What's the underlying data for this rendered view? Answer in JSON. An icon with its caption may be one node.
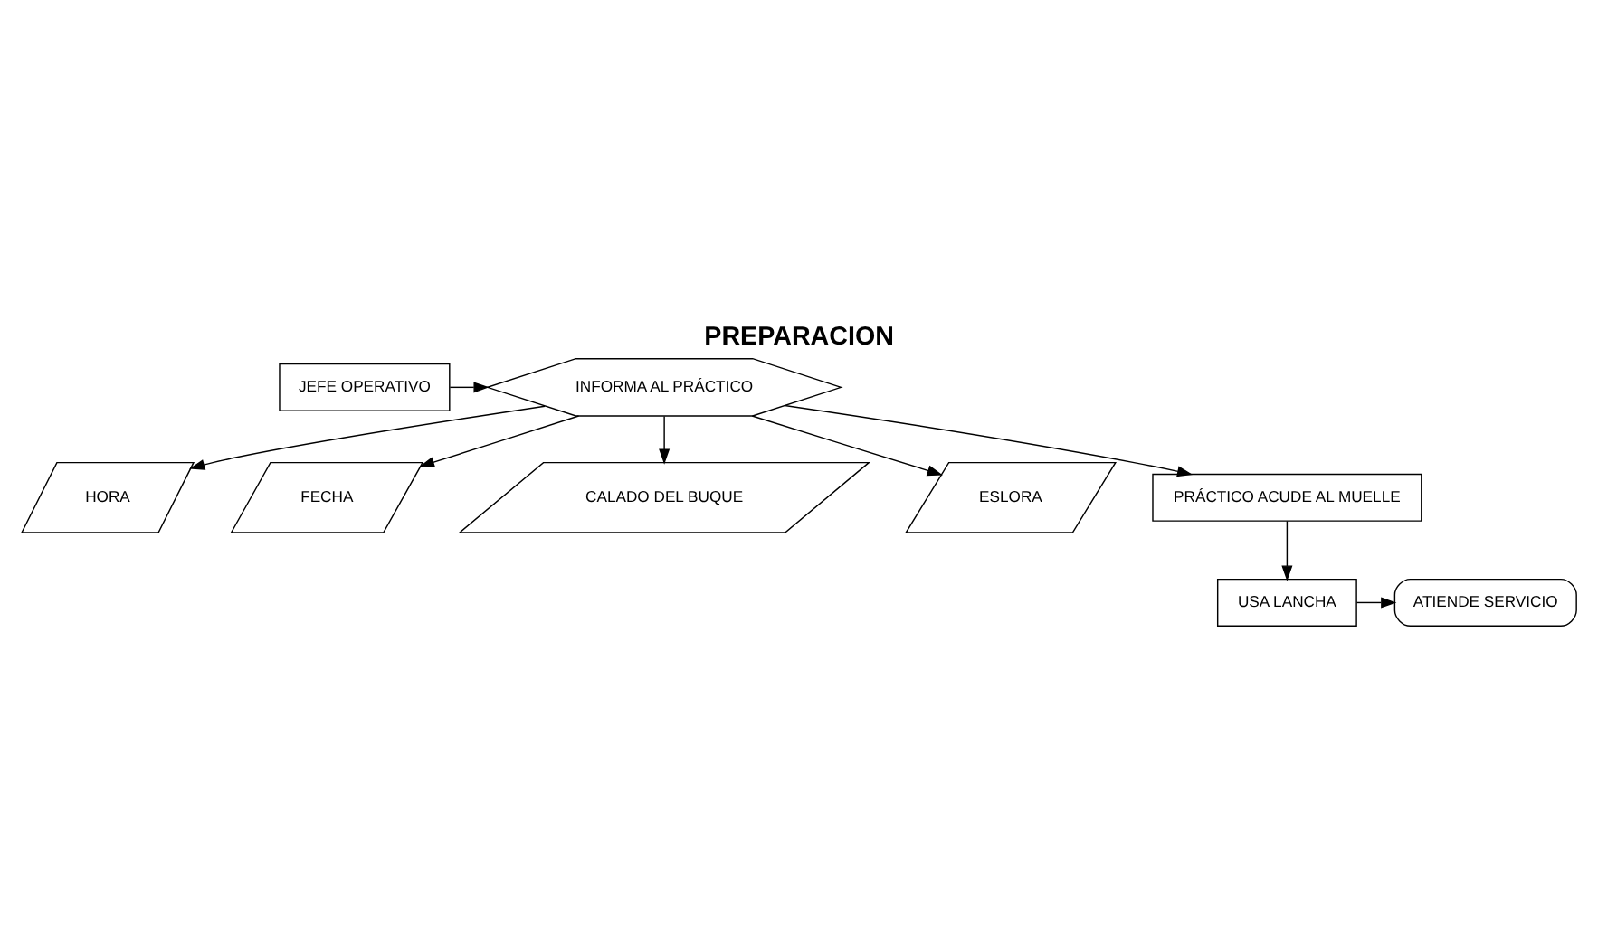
{
  "diagram": {
    "title": "PREPARACION",
    "nodes": [
      {
        "text": [
          "JEFE OPERATIVO"
        ]
      },
      {
        "text": [
          "INFORMA AL PRÁCTICO"
        ]
      },
      {
        "text": [
          "HORA"
        ]
      },
      {
        "text": [
          "FECHA"
        ]
      },
      {
        "text": [
          "CALADO DEL BUQUE"
        ]
      },
      {
        "text": [
          "ESLORA"
        ]
      },
      {
        "text": [
          "PRÁCTICO ACUDE AL MUELLE"
        ]
      },
      {
        "text": [
          "USA LANCHA"
        ]
      },
      {
        "text": [
          "ATIENDE SERVICIO"
        ]
      }
    ],
    "edges": [
      {
        "from": 0,
        "to": 1,
        "arrow": "to"
      },
      {
        "from": 1,
        "to": 2,
        "arrow": "to"
      },
      {
        "from": 1,
        "to": 3,
        "arrow": "to"
      },
      {
        "from": 1,
        "to": 4,
        "arrow": "to"
      },
      {
        "from": 1,
        "to": 5,
        "arrow": "to"
      },
      {
        "from": 1,
        "to": 6,
        "arrow": "to"
      },
      {
        "from": 6,
        "to": 7,
        "arrow": "to"
      },
      {
        "from": 7,
        "to": 8,
        "arrow": "to"
      }
    ]
  }
}
